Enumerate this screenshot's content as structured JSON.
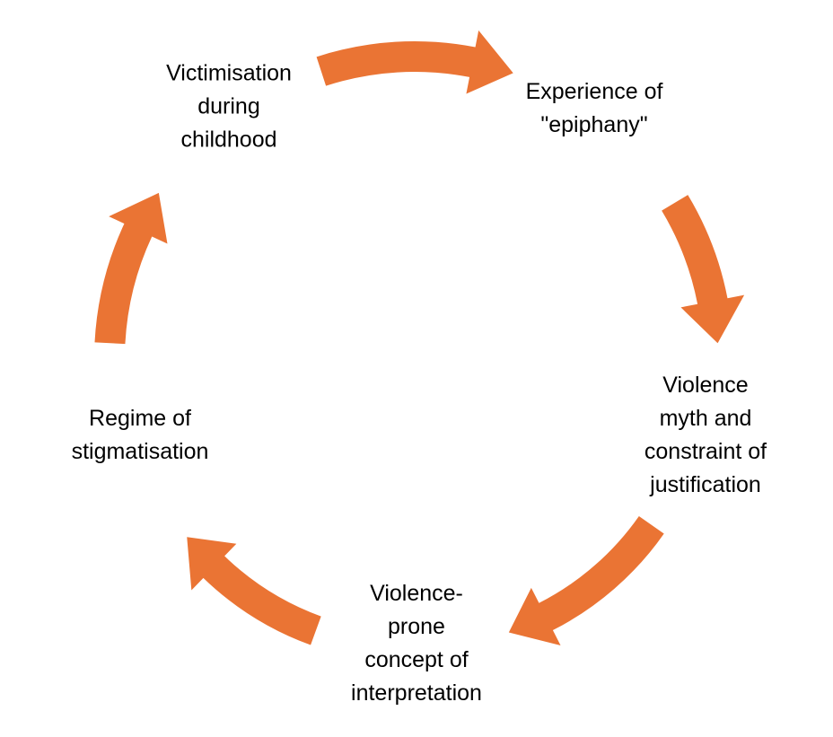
{
  "diagram": {
    "type": "cycle",
    "arrow_color": "#EA7434",
    "nodes": [
      {
        "label": "Victimisation\nduring\nchildhood"
      },
      {
        "label": "Experience of\n\"epiphany\""
      },
      {
        "label": "Violence\nmyth and\nconstraint of\njustification"
      },
      {
        "label": "Violence-\nprone\nconcept of\ninterpretation"
      },
      {
        "label": "Regime of\nstigmatisation"
      }
    ],
    "edges": [
      {
        "from": "Victimisation during childhood",
        "to": "Experience of \"epiphany\""
      },
      {
        "from": "Experience of \"epiphany\"",
        "to": "Violence myth and constraint of justification"
      },
      {
        "from": "Violence myth and constraint of justification",
        "to": "Violence-prone concept of interpretation"
      },
      {
        "from": "Violence-prone concept of interpretation",
        "to": "Regime of stigmatisation"
      },
      {
        "from": "Regime of stigmatisation",
        "to": "Victimisation during childhood"
      }
    ]
  }
}
